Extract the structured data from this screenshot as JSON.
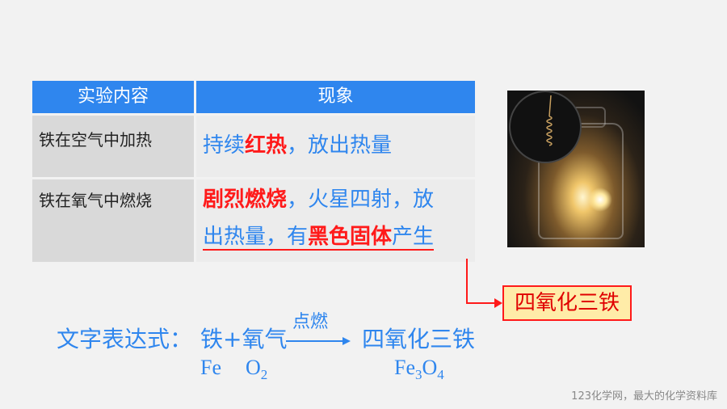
{
  "table": {
    "header": {
      "col1": "实验内容",
      "col2": "现象"
    },
    "rows": [
      {
        "label": "铁在空气中加热",
        "phenomenon": {
          "p1": "持续",
          "p2": "红热",
          "p3": "，放出热量"
        }
      },
      {
        "label": "铁在氧气中燃烧",
        "phenomenon": {
          "p1": "剧烈燃烧",
          "p2": "，火星四射，放",
          "p3": "出热量，有",
          "p4": "黑色固体",
          "p5": "产生"
        }
      }
    ]
  },
  "callout": {
    "text": "四氧化三铁"
  },
  "equation": {
    "label": "文字表达式：",
    "reactants": "铁+氧气",
    "condition": "点燃",
    "product": "四氧化三铁",
    "formula_fe": "Fe",
    "formula_o": "O",
    "formula_o_sub": "2",
    "formula_prod_fe": "Fe",
    "formula_prod_fe_sub": "3",
    "formula_prod_o": "O",
    "formula_prod_o_sub": "4"
  },
  "watermark": "123化学网，最大的化学资料库",
  "colors": {
    "accent": "#2f86ee",
    "highlight": "#ff1a1a",
    "callout_bg": "#ffeca8"
  }
}
